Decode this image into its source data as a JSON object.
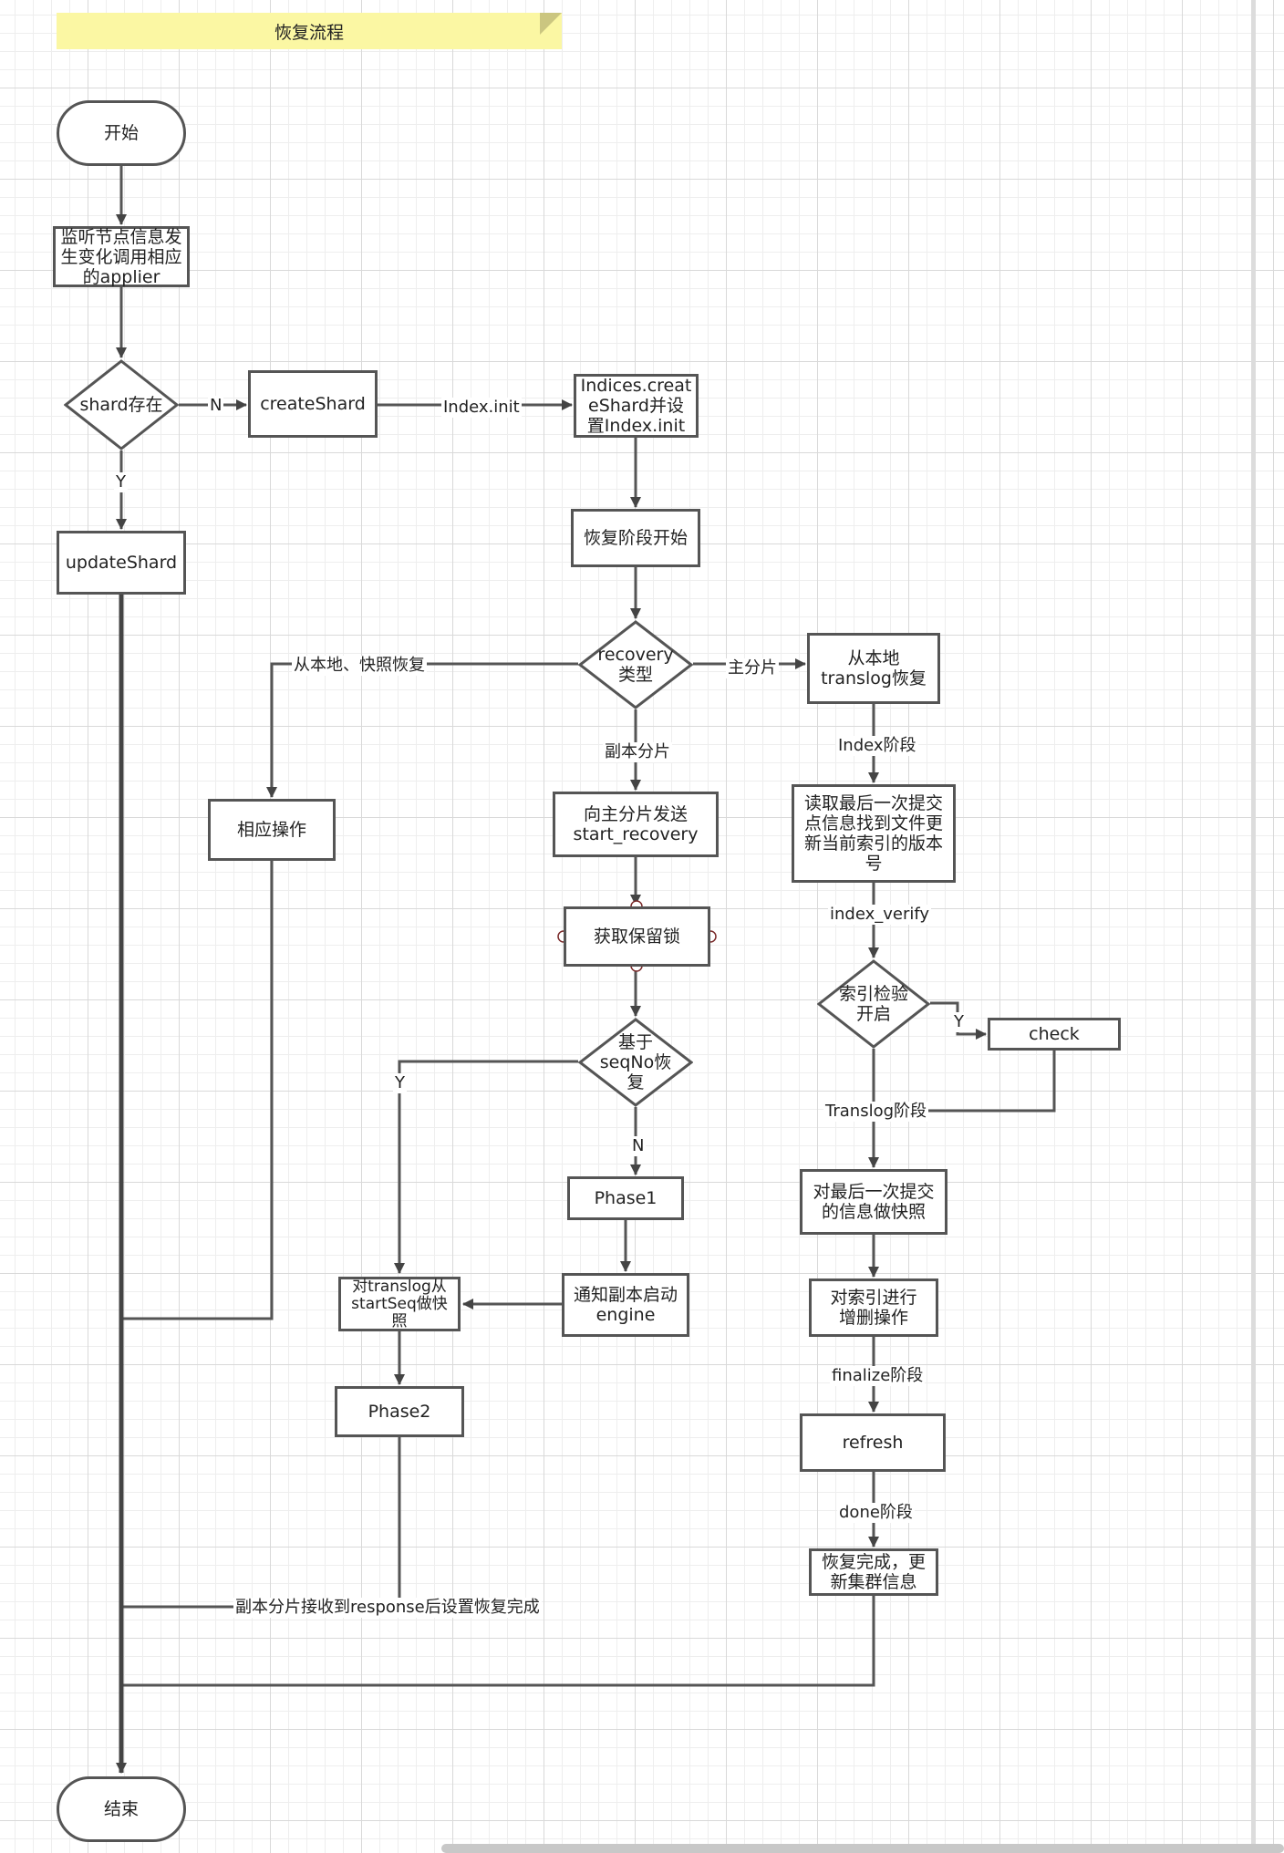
{
  "title": "恢复流程",
  "nodes": {
    "start": "开始",
    "listen": "监听节点信息发生变化调用相应的applier",
    "shard_exists": "shard存在",
    "create_shard": "createShard",
    "indices_create": "Indices.createShard并设置Index.init",
    "update_shard": "updateShard",
    "recovery_start": "恢复阶段开始",
    "recovery_type": "recovery类型",
    "local_translog": "从本地translog恢复",
    "corresponding_op": "相应操作",
    "send_start_recovery": "向主分片发送start_recovery",
    "read_commit": "读取最后一次提交点信息找到文件更新当前索引的版本号",
    "acquire_lock": "获取保留锁",
    "index_verify_on": "索引检验开启",
    "check": "check",
    "seqno_recovery": "基于seqNo恢复",
    "phase1": "Phase1",
    "snapshot_commit": "对最后一次提交的信息做快照",
    "translog_snapshot": "对translog从startSeq做快照",
    "notify_replica": "通知副本启动engine",
    "index_ops": "对索引进行增删操作",
    "phase2": "Phase2",
    "refresh": "refresh",
    "recovery_done": "恢复完成，更新集群信息",
    "end": "结束"
  },
  "edges": {
    "n": "N",
    "index_init": "Index.init",
    "y": "Y",
    "from_local_snapshot": "从本地、快照恢复",
    "primary": "主分片",
    "replica": "副本分片",
    "index_stage": "Index阶段",
    "index_verify": "index_verify",
    "y2": "Y",
    "y3": "Y",
    "n2": "N",
    "translog_stage": "Translog阶段",
    "finalize_stage": "finalize阶段",
    "done_stage": "done阶段",
    "replica_response": "副本分片接收到response后设置恢复完成"
  },
  "colors": {
    "stroke": "#555555",
    "note": "#fbf7a3",
    "text": "#222222"
  }
}
